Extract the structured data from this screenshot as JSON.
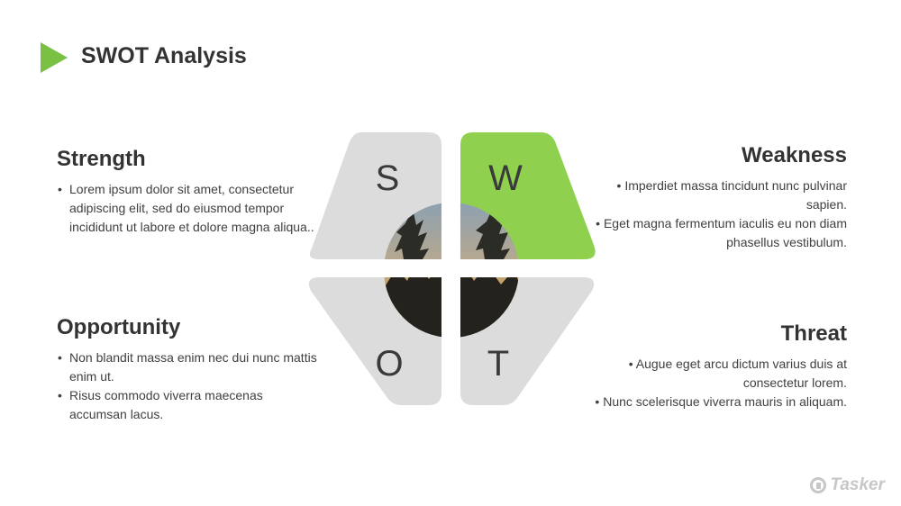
{
  "page": {
    "title": "SWOT Analysis"
  },
  "sections": {
    "strength": {
      "heading": "Strength",
      "bullets": [
        "Lorem ipsum dolor sit amet, consectetur adipiscing elit, sed do eiusmod tempor incididunt ut labore et dolore magna aliqua.."
      ]
    },
    "weakness": {
      "heading": "Weakness",
      "bullets": [
        "Imperdiet massa tincidunt nunc pulvinar sapien.",
        "Eget magna fermentum iaculis eu non diam phasellus vestibulum."
      ]
    },
    "opportunity": {
      "heading": "Opportunity",
      "bullets": [
        "Non blandit massa enim nec dui nunc mattis enim ut.",
        "Risus commodo viverra maecenas accumsan lacus."
      ]
    },
    "threat": {
      "heading": "Threat",
      "bullets": [
        "Augue eget arcu dictum varius duis at consectetur lorem.",
        "Nunc scelerisque viverra mauris in aliquam."
      ]
    }
  },
  "quadrants": {
    "s": "S",
    "w": "W",
    "o": "O",
    "t": "T"
  },
  "colors": {
    "accent": "#7ac143",
    "tile": "#dcdcdc",
    "highlight": "#8fd14f"
  },
  "watermark": {
    "text": "Tasker"
  }
}
